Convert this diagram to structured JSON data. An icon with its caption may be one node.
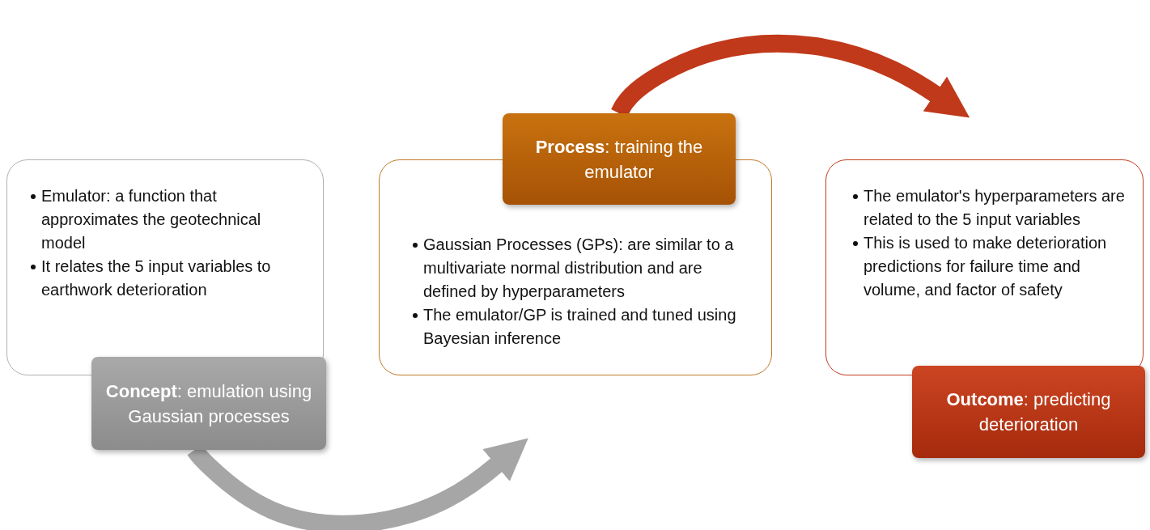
{
  "diagram": {
    "nodes": [
      {
        "text": [
          "Emulator: a function that approximates the geotechnical model",
          "It relates the 5 input variables to earthwork deterioration"
        ]
      },
      {
        "text": [
          "**Concept**: emulation using Gaussian processes"
        ]
      },
      {
        "text": [
          "Gaussian Processes (GPs): are similar to a multivariate normal distribution and are defined by hyperparameters",
          "The emulator/GP is trained and tuned using Bayesian inference"
        ]
      },
      {
        "text": [
          "**Process**: training the emulator"
        ]
      },
      {
        "text": [
          "The emulator's hyperparameters are related to the 5 input variables",
          "This is used to make deterioration predictions for failure time and volume, and factor of safety"
        ]
      },
      {
        "text": [
          "**Outcome**: predicting deterioration"
        ]
      }
    ],
    "edges": [
      {
        "from": 1,
        "to": 2,
        "arrow": "to",
        "color": "#a6a6a6"
      },
      {
        "from": 3,
        "to": 4,
        "arrow": "to",
        "color": "#c0391b"
      }
    ]
  }
}
